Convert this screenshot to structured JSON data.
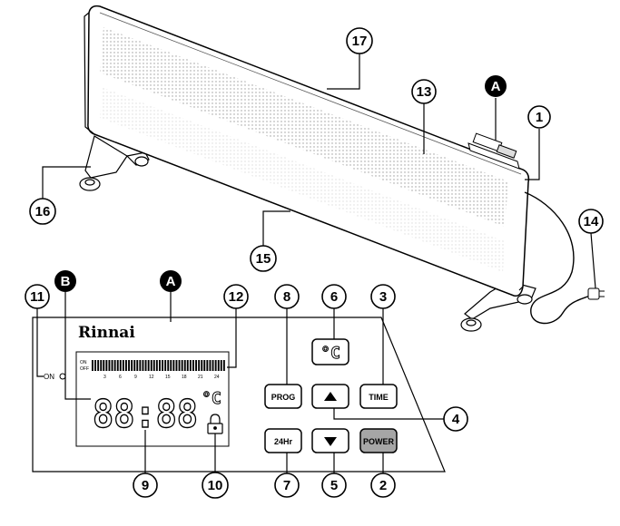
{
  "heater": {
    "callouts": {
      "c17": "17",
      "c13": "13",
      "cA_top": "A",
      "c1": "1",
      "c16": "16",
      "c15": "15",
      "c14": "14"
    }
  },
  "panel": {
    "brand": "Rinnai",
    "on_indicator_label": "ON",
    "timeline_on_label": "ON",
    "timeline_off_label": "OFF",
    "hour_ticks": [
      "3",
      "6",
      "9",
      "12",
      "15",
      "18",
      "21",
      "24"
    ],
    "time_display": "88:88",
    "degree_symbol": "°C",
    "buttons": {
      "prog": "PROG",
      "temp": "°C",
      "time": "TIME",
      "up": "▲",
      "down": "▼",
      "hr24": "24Hr",
      "power": "POWER"
    },
    "callouts": {
      "c11": "11",
      "cB": "B",
      "cA": "A",
      "c12": "12",
      "c8": "8",
      "c6": "6",
      "c3": "3",
      "c4": "4",
      "c9": "9",
      "c10": "10",
      "c7": "7",
      "c5": "5",
      "c2": "2"
    }
  },
  "colors": {
    "outline": "#000000",
    "panel_fill": "#ffffff",
    "power_button": "#a6a6a6",
    "perforation": "#9a9a9a"
  }
}
